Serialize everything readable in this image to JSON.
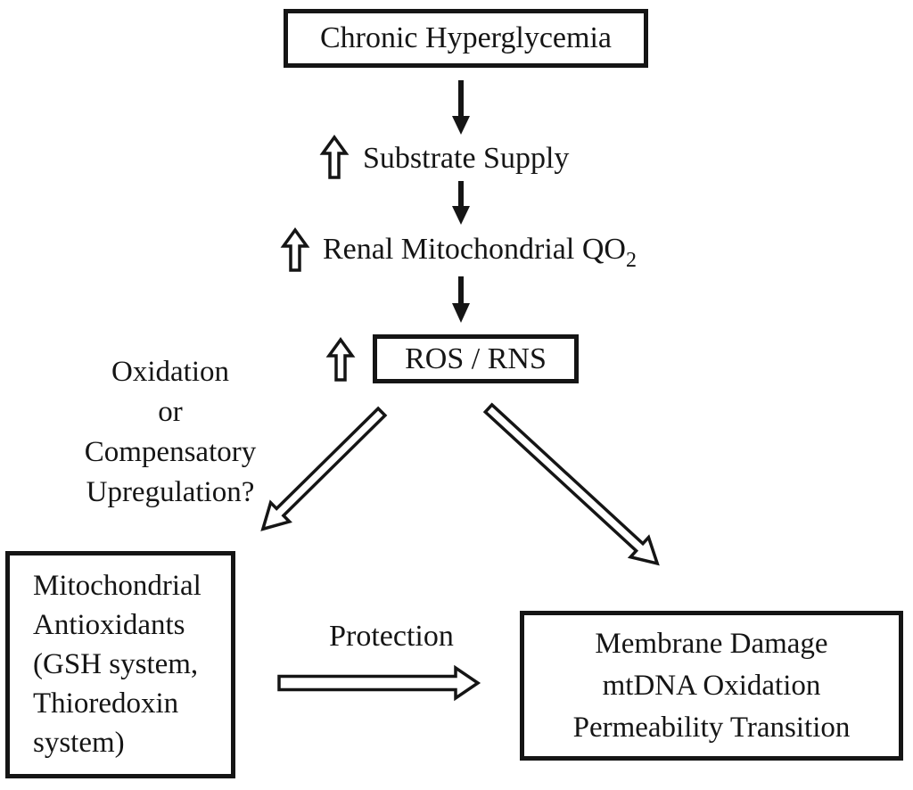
{
  "diagram": {
    "top_box_label": "Chronic Hyperglycemia",
    "substrate_label": "Substrate Supply",
    "renal_label_main": "Renal Mitochondrial QO",
    "renal_label_sub": "2",
    "ros_box_label": "ROS / RNS",
    "question_lines": [
      "Oxidation",
      "or",
      "Compensatory",
      "Upregulation?"
    ],
    "antioxidants_lines": [
      "Mitochondrial",
      "Antioxidants",
      "(GSH system,",
      "Thioredoxin",
      "system)"
    ],
    "protection_label": "Protection",
    "damage_lines": [
      "Membrane Damage",
      "mtDNA Oxidation",
      "Permeability Transition"
    ],
    "icons": {
      "down-arrow-icon": "solid black downward arrow",
      "up-arrow-icon": "hollow outlined upward arrow (increase)",
      "diagonal-arrow-icon": "hollow outlined diagonal arrow",
      "right-arrow-icon": "hollow outlined rightward arrow"
    },
    "colors": {
      "ink": "#151515",
      "background": "#ffffff"
    }
  }
}
